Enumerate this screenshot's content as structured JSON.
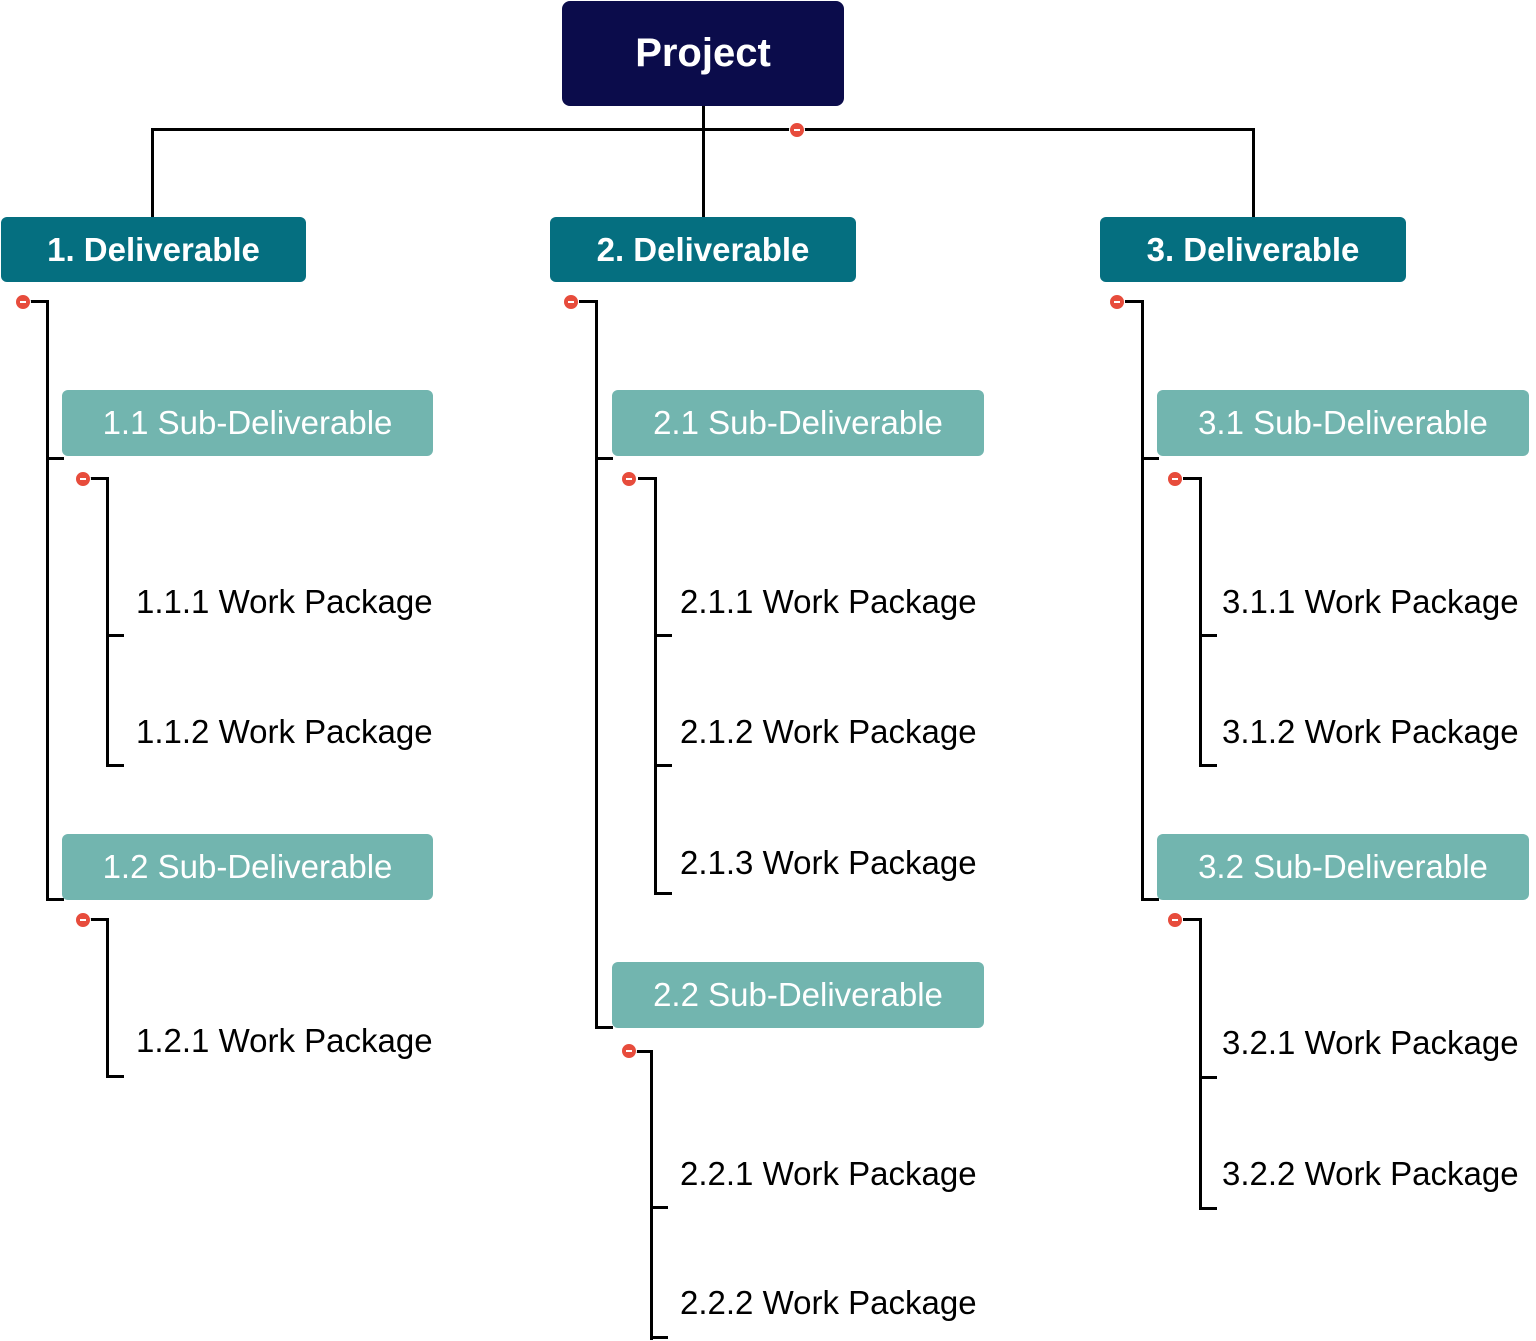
{
  "colors": {
    "project": "#0b0c4b",
    "deliverable": "#056f80",
    "sub_deliverable": "#72b5af",
    "connector": "#000000",
    "collapse_button": "#e74c3c"
  },
  "icons": {
    "collapse": "minus-circle-icon"
  },
  "project": {
    "label": "Project"
  },
  "deliverables": [
    {
      "label": "1. Deliverable",
      "subs": [
        {
          "label": "1.1 Sub-Deliverable",
          "work_packages": [
            "1.1.1 Work Package",
            "1.1.2 Work Package"
          ]
        },
        {
          "label": "1.2 Sub-Deliverable",
          "work_packages": [
            "1.2.1 Work Package"
          ]
        }
      ]
    },
    {
      "label": "2. Deliverable",
      "subs": [
        {
          "label": "2.1 Sub-Deliverable",
          "work_packages": [
            "2.1.1 Work Package",
            "2.1.2 Work Package",
            "2.1.3 Work Package"
          ]
        },
        {
          "label": "2.2 Sub-Deliverable",
          "work_packages": [
            "2.2.1 Work Package",
            "2.2.2 Work Package"
          ]
        }
      ]
    },
    {
      "label": "3. Deliverable",
      "subs": [
        {
          "label": "3.1 Sub-Deliverable",
          "work_packages": [
            "3.1.1 Work Package",
            "3.1.2 Work Package"
          ]
        },
        {
          "label": "3.2 Sub-Deliverable",
          "work_packages": [
            "3.2.1 Work Package",
            "3.2.2 Work Package"
          ]
        }
      ]
    }
  ]
}
